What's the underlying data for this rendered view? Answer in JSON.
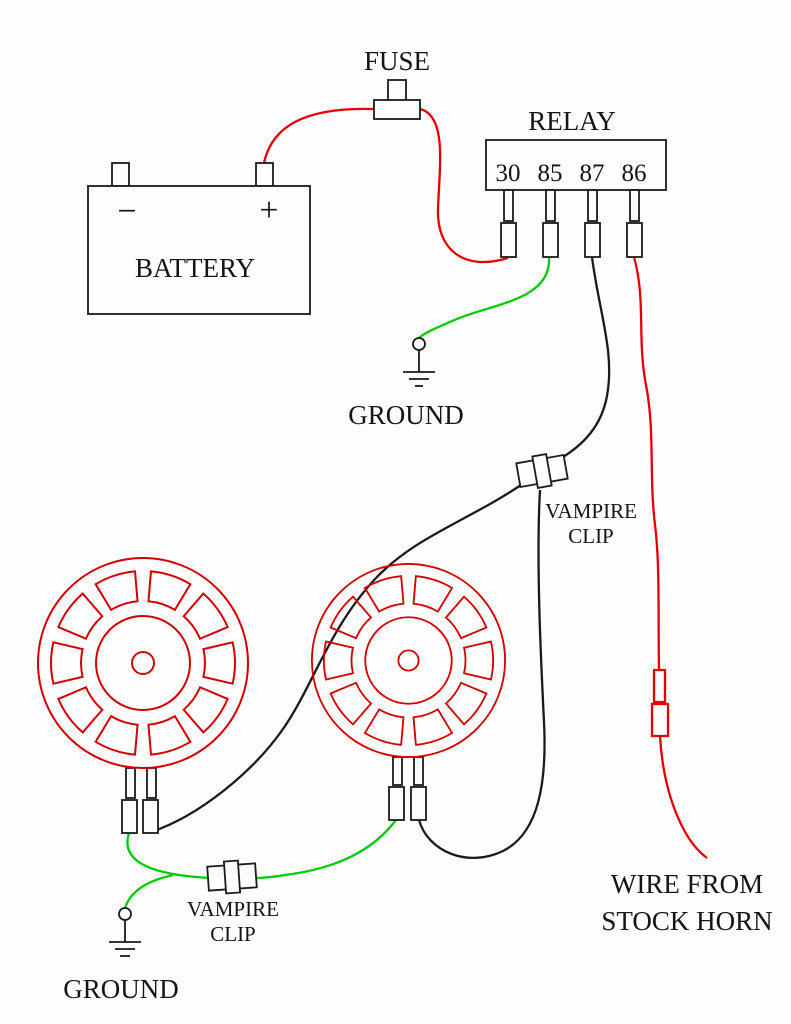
{
  "colors": {
    "power_wire": "#e60000",
    "ground_wire": "#00cc00",
    "signal_wire": "#1a1a1a",
    "horn_outline": "#d40000",
    "component_outline": "#1a1a1a",
    "background": "#fdfdfd",
    "text": "#141414"
  },
  "battery": {
    "label": "BATTERY",
    "minus": "−",
    "plus": "+"
  },
  "fuse": {
    "label": "FUSE"
  },
  "relay": {
    "label": "RELAY",
    "terminals": [
      "30",
      "85",
      "87",
      "86"
    ]
  },
  "ground_top": {
    "label": "GROUND"
  },
  "ground_bottom": {
    "label": "GROUND"
  },
  "vampire_clip_top": {
    "line1": "VAMPIRE",
    "line2": "CLIP"
  },
  "vampire_clip_bottom": {
    "line1": "VAMPIRE",
    "line2": "CLIP"
  },
  "stock_horn": {
    "line1": "WIRE FROM",
    "line2": "STOCK HORN"
  }
}
